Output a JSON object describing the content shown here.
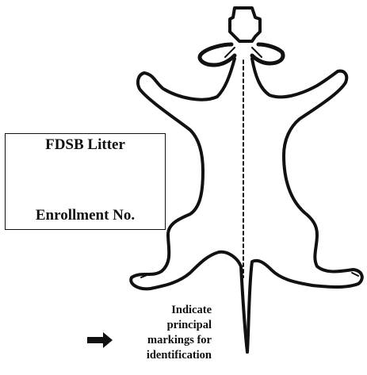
{
  "enrollment_box": {
    "title": "FDSB Litter",
    "subtitle": "Enrollment No."
  },
  "markings_note": {
    "lines": [
      "Indicate",
      "principal",
      "markings for",
      "identification"
    ]
  },
  "icons": {
    "arrow": "right-arrow-icon",
    "outline": "dog-body-outline"
  },
  "colors": {
    "ink": "#111111",
    "background": "#ffffff"
  }
}
